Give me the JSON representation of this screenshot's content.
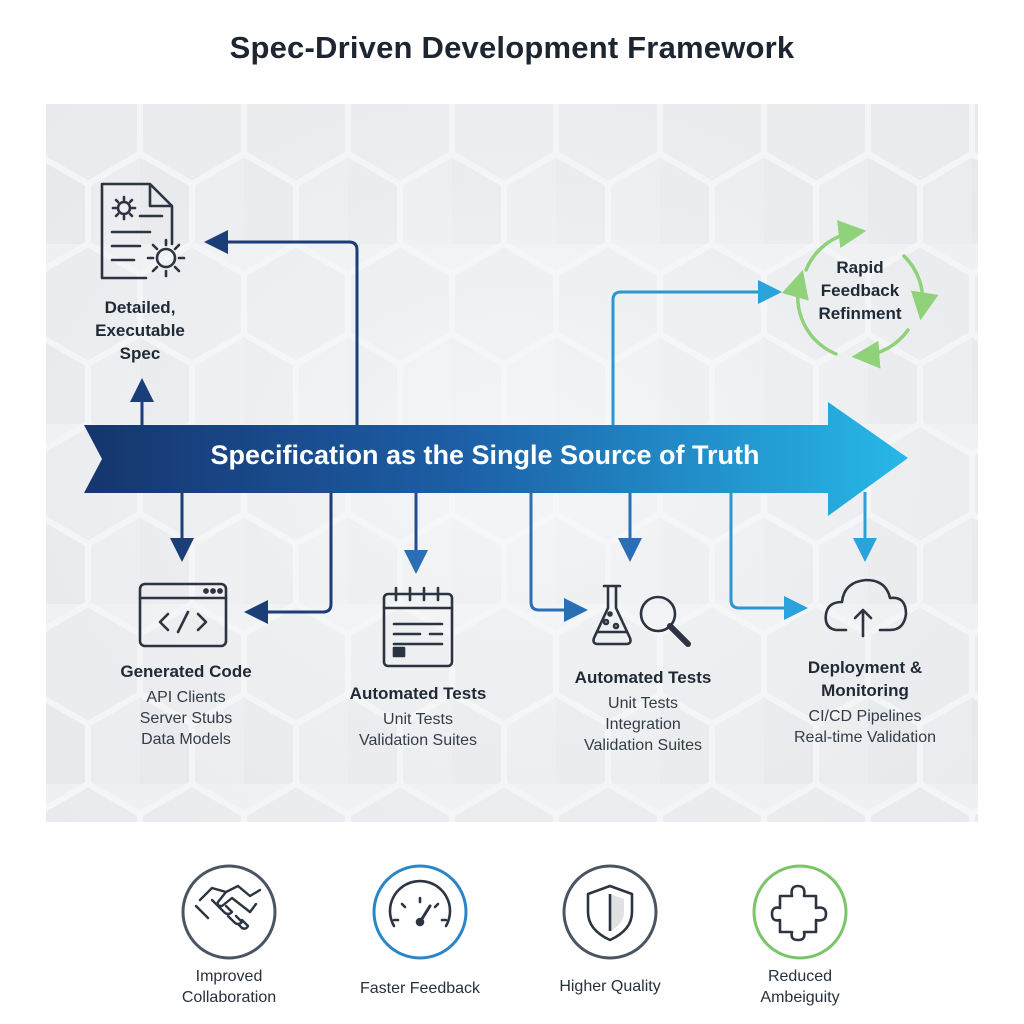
{
  "title": "Spec-Driven Development Framework",
  "banner": "Specification as the Single Source of Truth",
  "spec": {
    "lines": [
      "Detailed,",
      "Executable",
      "Spec"
    ],
    "icon": "document-gear-icon"
  },
  "feedback": {
    "lines": [
      "Rapid",
      "Feedback",
      "Refinment"
    ],
    "icon": "cycle-arrows-icon"
  },
  "stages": [
    {
      "title": "Generated Code",
      "items": [
        "API Clients",
        "Server Stubs",
        "Data Models"
      ],
      "icon": "code-window-icon"
    },
    {
      "title": "Automated Tests",
      "items": [
        "Unit Tests",
        "Validation Suites"
      ],
      "icon": "test-calendar-icon"
    },
    {
      "title": "Automated Tests",
      "items": [
        "Unit Tests",
        "Integration",
        "Validation Suites"
      ],
      "icon": "flask-magnifier-icon"
    },
    {
      "title_lines": [
        "Deployment &",
        "Monitoring"
      ],
      "items": [
        "CI/CD Pipelines",
        "Real-time Validation"
      ],
      "icon": "cloud-upload-icon"
    }
  ],
  "benefits": [
    {
      "lines": [
        "Improved",
        "Collaboration"
      ],
      "icon": "handshake-icon",
      "color": "#4a5563"
    },
    {
      "lines": [
        "Faster Feedback"
      ],
      "icon": "speedometer-icon",
      "color": "#2a86c8"
    },
    {
      "lines": [
        "Higher Quality"
      ],
      "icon": "shield-icon",
      "color": "#4a5563"
    },
    {
      "lines": [
        "Reduced",
        "Ambeiguity"
      ],
      "icon": "puzzle-icon",
      "color": "#7cc46a"
    }
  ],
  "colors": {
    "navy": "#1b3d78",
    "blue": "#2a6fb6",
    "cyan": "#29b6e6",
    "green": "#8fd27a"
  }
}
